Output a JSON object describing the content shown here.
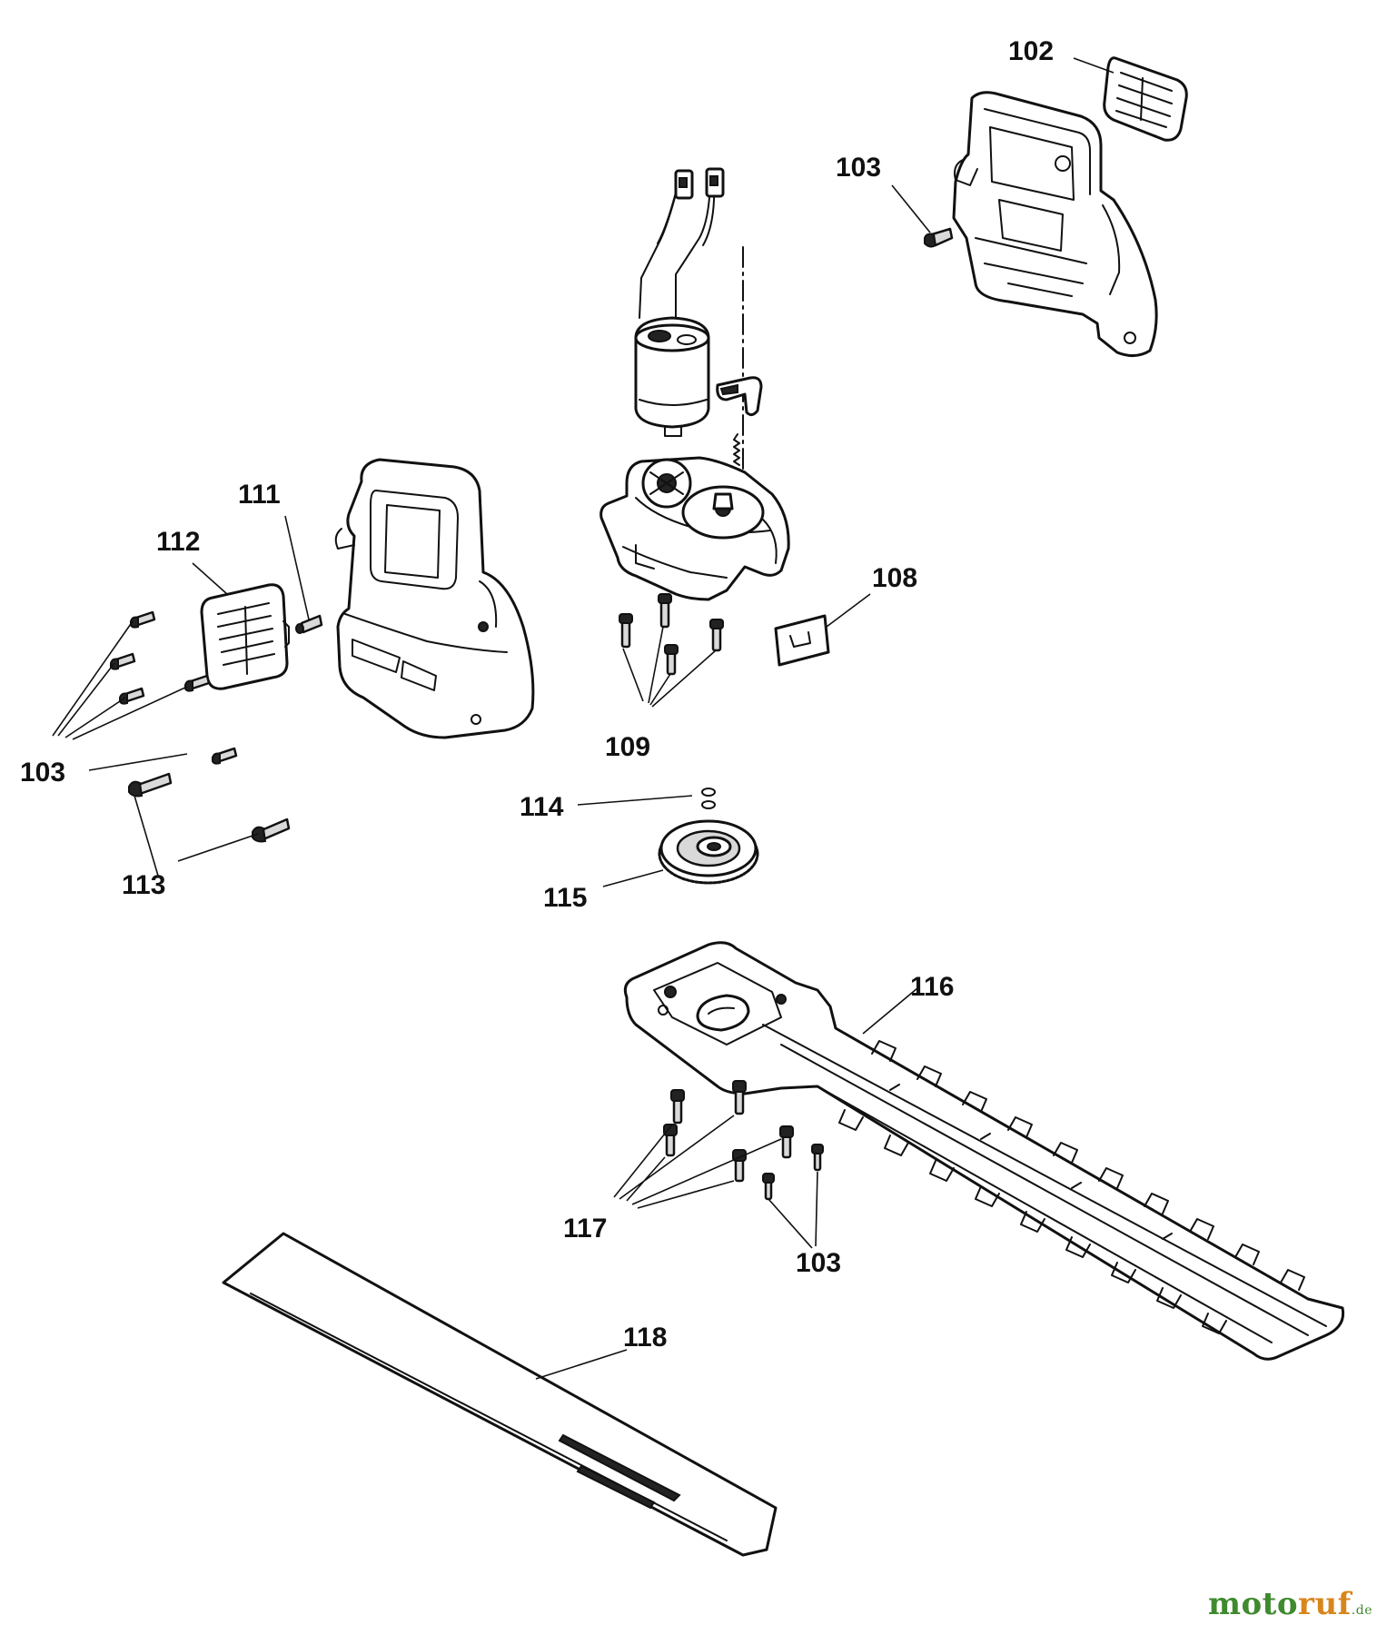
{
  "labels": {
    "l102": "102",
    "l103_top": "103",
    "l111": "111",
    "l112": "112",
    "l108": "108",
    "l109": "109",
    "l103_left": "103",
    "l114": "114",
    "l113": "113",
    "l115": "115",
    "l116": "116",
    "l117": "117",
    "l103_bottom": "103",
    "l118": "118"
  },
  "watermark": {
    "main_a": "moto",
    "main_b": "ruf",
    "suffix": ".de"
  }
}
